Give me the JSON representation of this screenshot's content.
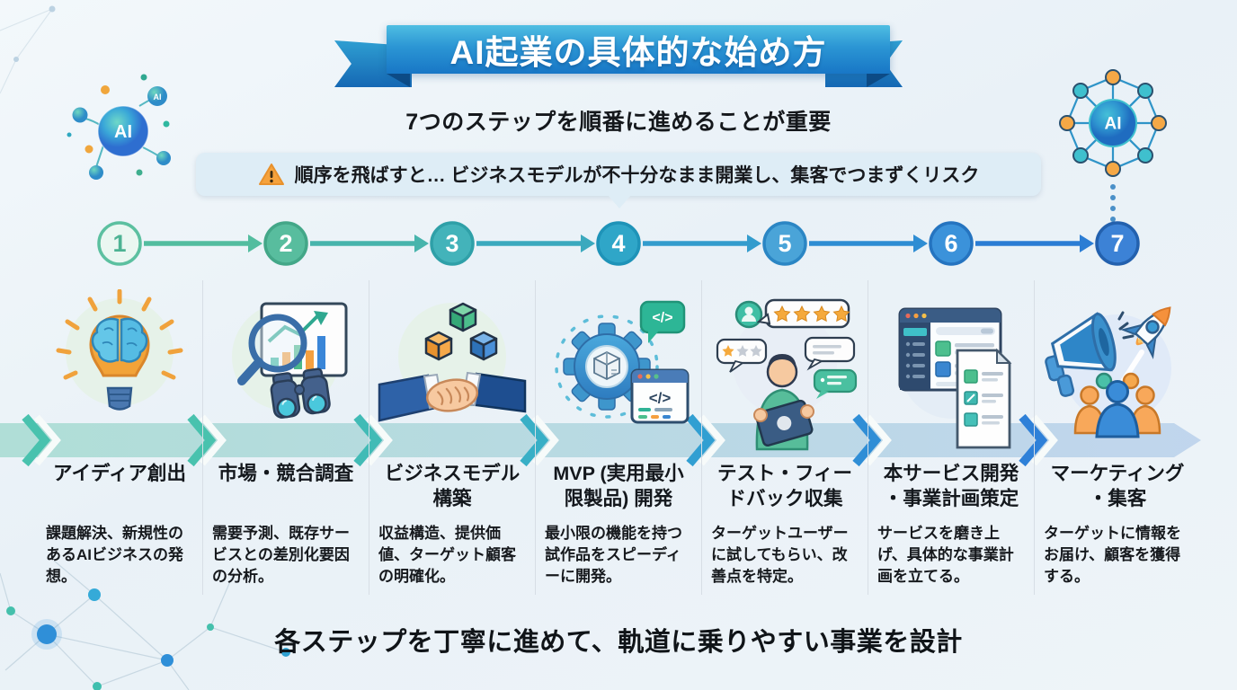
{
  "banner": {
    "title": "AI起業の具体的な始め方"
  },
  "subtitle": "7つのステップを順番に進めることが重要",
  "warning": {
    "text": "順序を飛ばすと… ビジネスモデルが不十分なまま開業し、集客でつまずくリスク"
  },
  "ai_badges": {
    "left_main": "AI",
    "left_small": "AI",
    "right": "AI"
  },
  "flow": {
    "connectors": [
      {
        "color": "#53bd9f"
      },
      {
        "color": "#47b4ac"
      },
      {
        "color": "#3ba9be"
      },
      {
        "color": "#339ccd"
      },
      {
        "color": "#2e8dd3"
      },
      {
        "color": "#2b7dd4"
      }
    ],
    "chevrons": {
      "colors": [
        "#49c2ae",
        "#49c2ae",
        "#41bbb6",
        "#38afc6",
        "#319fd2",
        "#2f8ed6",
        "#2e80d8"
      ]
    },
    "band_color_left": "#a9dcd3",
    "band_color_right": "#bcd2ec"
  },
  "steps": [
    {
      "number": "1",
      "title": "アイディア創出",
      "description": "課題解決、新規性のあるAIビジネスの発想。",
      "icon": "lightbulb-brain-icon",
      "circle": {
        "fill": "#eaf7f1",
        "stroke": "#5cc0a0",
        "text_color": "#4db393"
      }
    },
    {
      "number": "2",
      "title": "市場・競合調査",
      "description": "需要予測、既存サービスとの差別化要因の分析。",
      "icon": "chart-magnifier-binoculars-icon",
      "circle": {
        "fill": "#58bd9e",
        "stroke": "#43a788",
        "text_color": "#ffffff"
      }
    },
    {
      "number": "3",
      "title": "ビジネスモデル\n構築",
      "description": "収益構造、提供価値、ターゲット顧客の明確化。",
      "icon": "cubes-handshake-icon",
      "circle": {
        "fill": "#43b3ba",
        "stroke": "#2fa0a8",
        "text_color": "#ffffff"
      }
    },
    {
      "number": "4",
      "title": "MVP (実用最小\n限製品) 開発",
      "description": "最小限の機能を持つ試作品をスピーディーに開発。",
      "icon": "gear-code-icon",
      "icon_labels": {
        "bubble": "</>",
        "window": "</>"
      },
      "circle": {
        "fill": "#2fa6c8",
        "stroke": "#1e93b8",
        "text_color": "#ffffff"
      }
    },
    {
      "number": "5",
      "title": "テスト・フィー\nドバック収集",
      "description": "ターゲットユーザーに試してもらい、改善点を特定。",
      "icon": "user-feedback-stars-icon",
      "circle": {
        "fill": "#4aa4d8",
        "stroke": "#2b86c4",
        "text_color": "#ffffff"
      }
    },
    {
      "number": "6",
      "title": "本サービス開発\n・事業計画策定",
      "description": "サービスを磨き上げ、具体的な事業計画を立てる。",
      "icon": "dashboard-document-icon",
      "circle": {
        "fill": "#3b92da",
        "stroke": "#2574c0",
        "text_color": "#ffffff"
      }
    },
    {
      "number": "7",
      "title": "マーケティング\n・集客",
      "description": "ターゲットに情報をお届け、顧客を獲得する。",
      "icon": "megaphone-rocket-people-icon",
      "circle": {
        "fill": "#3c82d6",
        "stroke": "#2361ae",
        "text_color": "#ffffff"
      }
    }
  ],
  "footer": {
    "headline": "各ステップを丁寧に進めて、軌道に乗りやすい事業を設計"
  },
  "colors": {
    "banner_blue_top": "#4fbee2",
    "banner_blue_bottom": "#1877c6",
    "warning_bg": "#deedf6",
    "warning_orange": "#f5a23c",
    "background": "#edf3f8",
    "text_dark": "#14181d"
  }
}
